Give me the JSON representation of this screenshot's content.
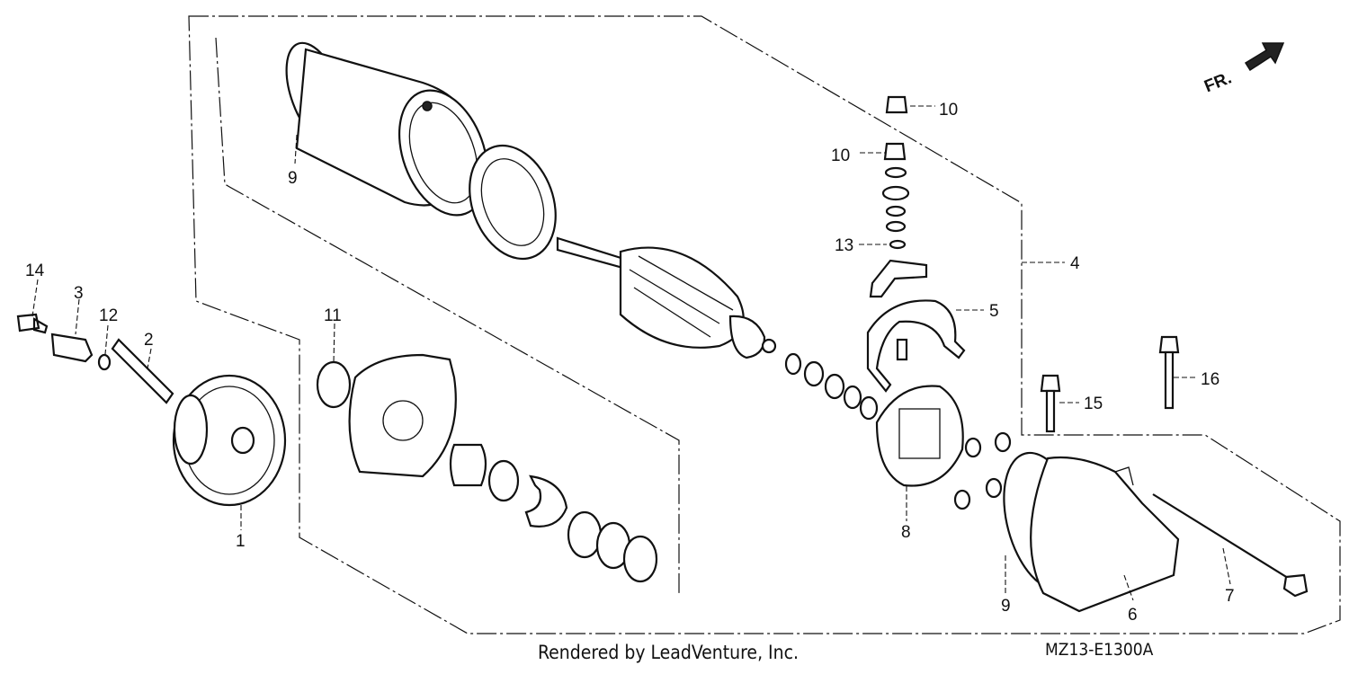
{
  "title": "",
  "orientation_marker": {
    "text": "FR."
  },
  "callouts": [
    {
      "id": "c1",
      "label": "1"
    },
    {
      "id": "c2",
      "label": "2"
    },
    {
      "id": "c3",
      "label": "3"
    },
    {
      "id": "c4",
      "label": "4"
    },
    {
      "id": "c5",
      "label": "5"
    },
    {
      "id": "c6",
      "label": "6"
    },
    {
      "id": "c7",
      "label": "7"
    },
    {
      "id": "c8",
      "label": "8"
    },
    {
      "id": "c9a",
      "label": "9"
    },
    {
      "id": "c9b",
      "label": "9"
    },
    {
      "id": "c10a",
      "label": "10"
    },
    {
      "id": "c10b",
      "label": "10"
    },
    {
      "id": "c11",
      "label": "11"
    },
    {
      "id": "c12",
      "label": "12"
    },
    {
      "id": "c13",
      "label": "13"
    },
    {
      "id": "c14",
      "label": "14"
    },
    {
      "id": "c15",
      "label": "15"
    },
    {
      "id": "c16",
      "label": "16"
    }
  ],
  "footer": {
    "credit": "Rendered by LeadVenture, Inc.",
    "diagram_code": "MZ13-E1300A"
  }
}
